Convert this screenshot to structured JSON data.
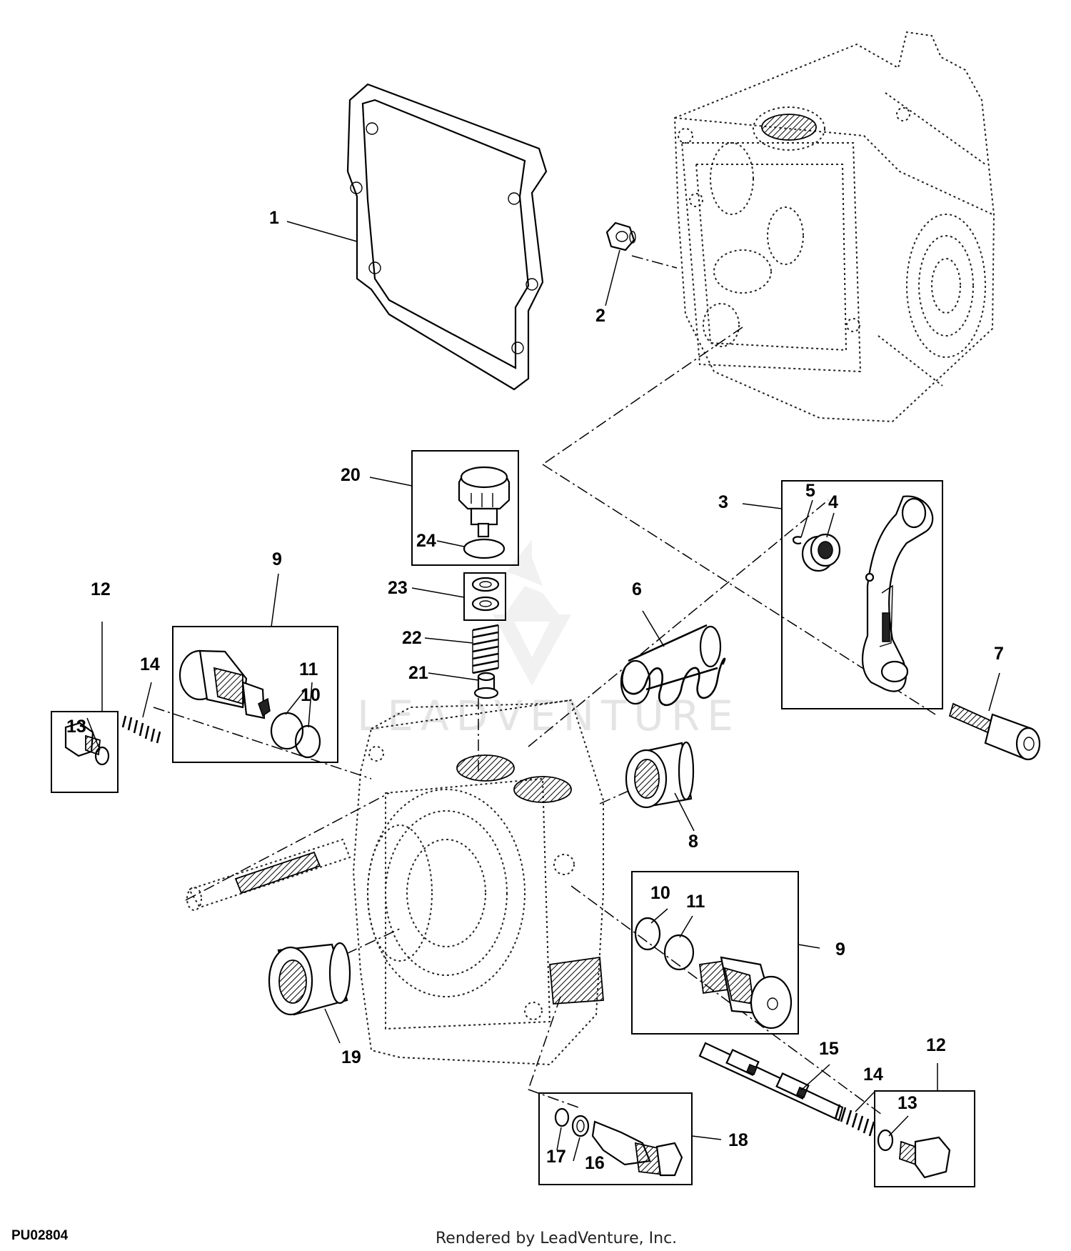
{
  "diagram": {
    "figure_id": "PU02804",
    "credit": "Rendered by LeadVenture, Inc.",
    "watermark": "LEADVENTURE",
    "callouts": {
      "c1": "1",
      "c2": "2",
      "c3": "3",
      "c4": "4",
      "c5": "5",
      "c6": "6",
      "c7": "7",
      "c8": "8",
      "c9a": "9",
      "c9b": "9",
      "c10a": "10",
      "c10b": "10",
      "c11a": "11",
      "c11b": "11",
      "c12a": "12",
      "c12b": "12",
      "c13a": "13",
      "c13b": "13",
      "c14a": "14",
      "c14b": "14",
      "c15": "15",
      "c16": "16",
      "c17": "17",
      "c18": "18",
      "c19": "19",
      "c20": "20",
      "c21": "21",
      "c22": "22",
      "c23": "23",
      "c24": "24"
    }
  }
}
